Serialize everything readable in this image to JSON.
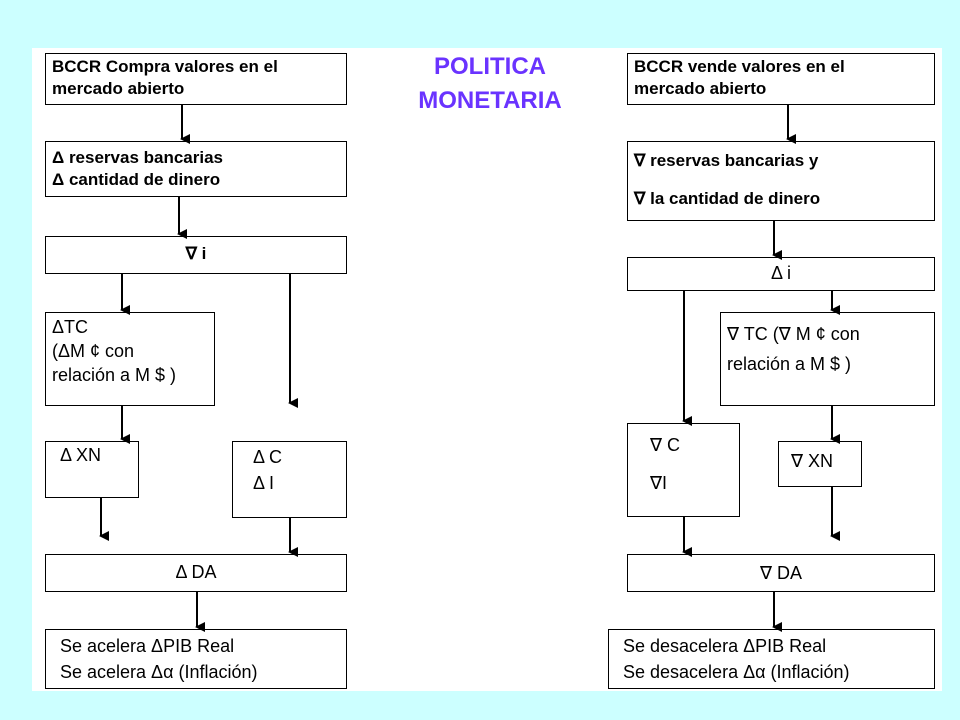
{
  "title": "POLITICA\nMONETARIA",
  "left": {
    "b1": "BCCR Compra valores en el\nmercado abierto",
    "b2": "Δ reservas bancarias\nΔ cantidad de dinero",
    "b3": "∇ i",
    "b4": "ΔTC\n(ΔM ¢ con\nrelación a M $ )",
    "b5": "Δ XN",
    "b6": "Δ C\nΔ I",
    "b7": "Δ DA",
    "b8": "Se acelera ΔPIB Real\nSe acelera Δα (Inflación)"
  },
  "right": {
    "b1": "BCCR vende valores en el\nmercado abierto",
    "b2": "∇ reservas bancarias y\n∇ la cantidad de dinero",
    "b3": "Δ i",
    "b4": "∇ TC  (∇ M ¢ con\nrelación a M $ )",
    "b5": "∇ C\n∇I",
    "b6": "∇ XN",
    "b7": "∇ DA",
    "b8": "Se desacelera ΔPIB Real\nSe desacelera Δα (Inflación)"
  }
}
